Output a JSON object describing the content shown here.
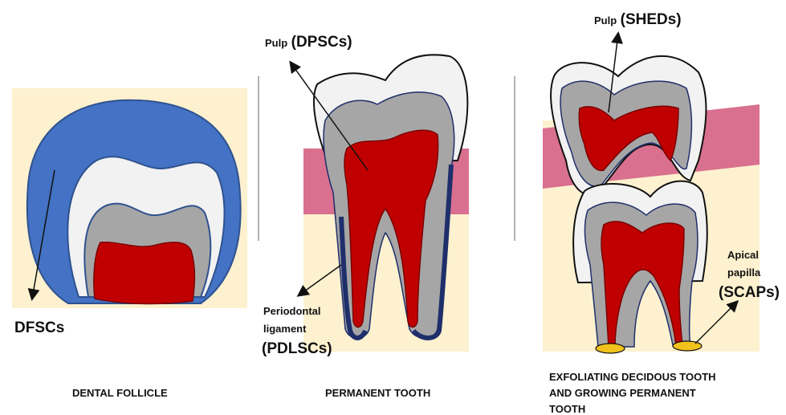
{
  "panels": [
    {
      "caption": "DENTAL FOLLICLE",
      "labels": {
        "cells": "DFSCs"
      }
    },
    {
      "caption": "PERMANENT TOOTH",
      "labels": {
        "pulp_prefix": "Pulp",
        "pulp_cells": "(DPSCs)",
        "pdl_line1": "Periodontal",
        "pdl_line2": "ligament",
        "pdl_cells": "(PDLSCs)"
      }
    },
    {
      "caption_lines": [
        "EXFOLIATING DECIDOUS TOOTH",
        "AND GROWING PERMANENT",
        "TOOTH"
      ],
      "labels": {
        "pulp_prefix": "Pulp",
        "pulp_cells": "(SHEDs)",
        "apical_line1": "Apical",
        "apical_line2": "papilla",
        "apical_cells": "(SCAPs)"
      }
    }
  ],
  "colors": {
    "background_panel": "#fdf1cf",
    "gingiva": "#d9708f",
    "enamel": "#f2f2f2",
    "dentin": "#a6a6a6",
    "pulp": "#c00000",
    "follicle": "#4472c4",
    "ligament": "#1f2f6b",
    "apical_papilla": "#f1c21b",
    "outline": "#111111"
  }
}
